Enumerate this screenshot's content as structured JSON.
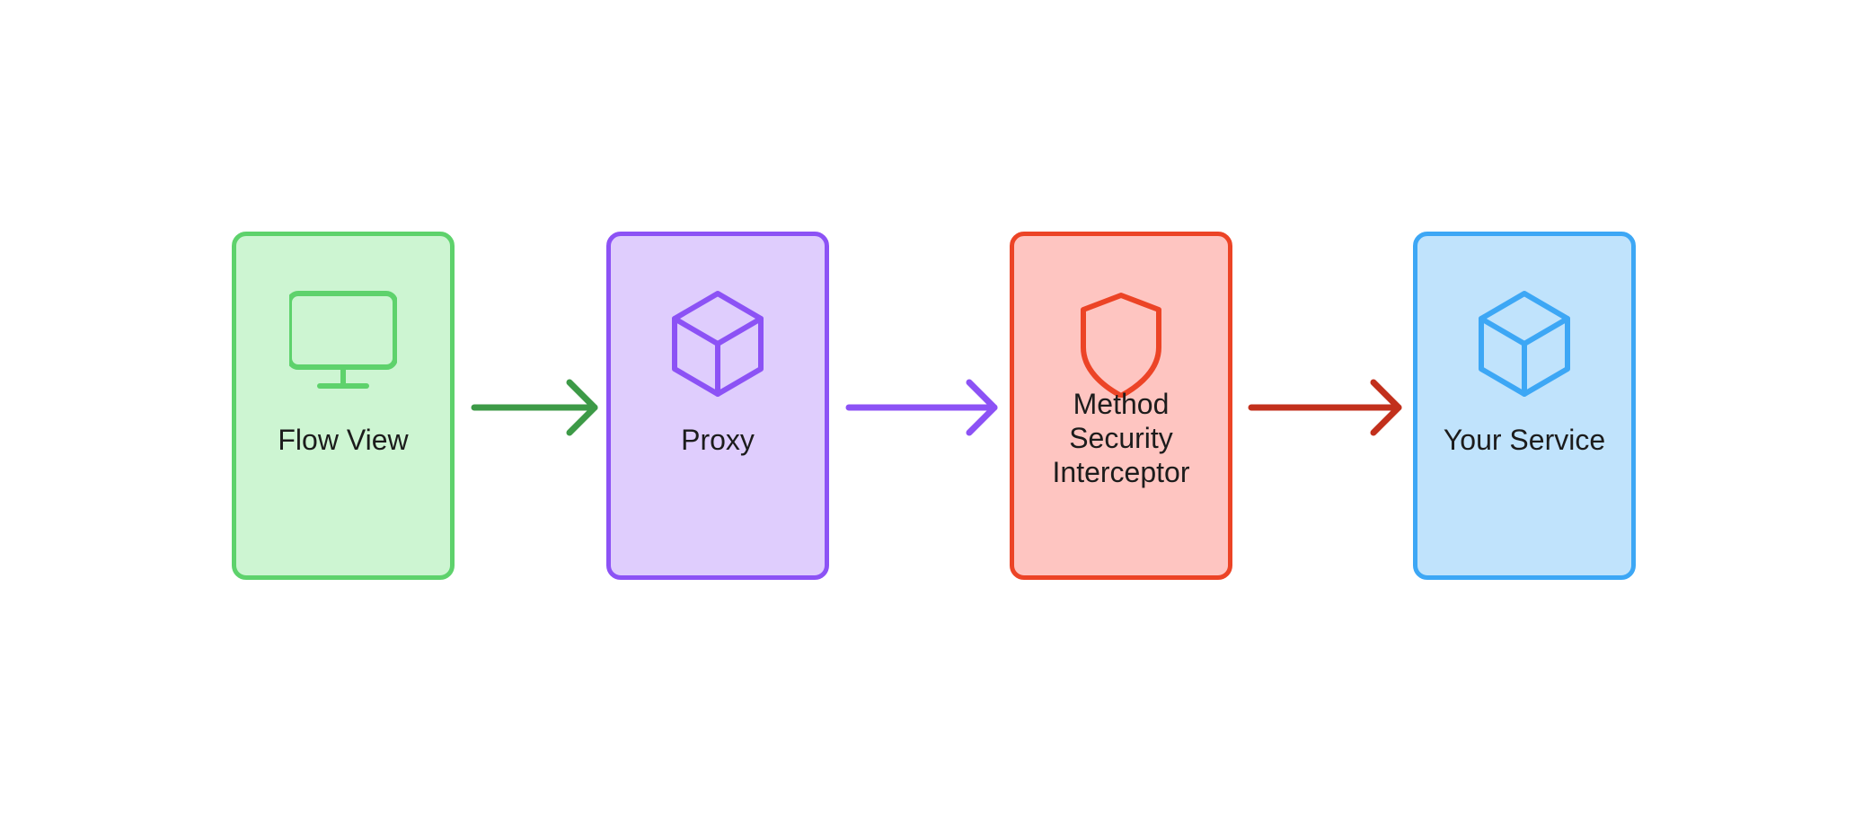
{
  "diagram": {
    "nodes": [
      {
        "id": "flow-view",
        "label": "Flow View",
        "icon": "monitor-icon",
        "stroke": "#5ed26c",
        "fill": "#cdf5d2"
      },
      {
        "id": "proxy",
        "label": "Proxy",
        "icon": "cube-icon",
        "stroke": "#8c52f5",
        "fill": "#dfcdfd"
      },
      {
        "id": "method-security-interceptor",
        "label": "Method\nSecurity\nInterceptor",
        "icon": "shield-icon",
        "stroke": "#ec4426",
        "fill": "#fec5c1"
      },
      {
        "id": "your-service",
        "label": "Your Service",
        "icon": "cube-icon",
        "stroke": "#3da7f5",
        "fill": "#c0e3fc"
      }
    ],
    "edges": [
      {
        "from": "flow-view",
        "to": "proxy",
        "color": "#3d9a47"
      },
      {
        "from": "proxy",
        "to": "method-security-interceptor",
        "color": "#8c52f5"
      },
      {
        "from": "method-security-interceptor",
        "to": "your-service",
        "color": "#c2301c"
      }
    ]
  }
}
